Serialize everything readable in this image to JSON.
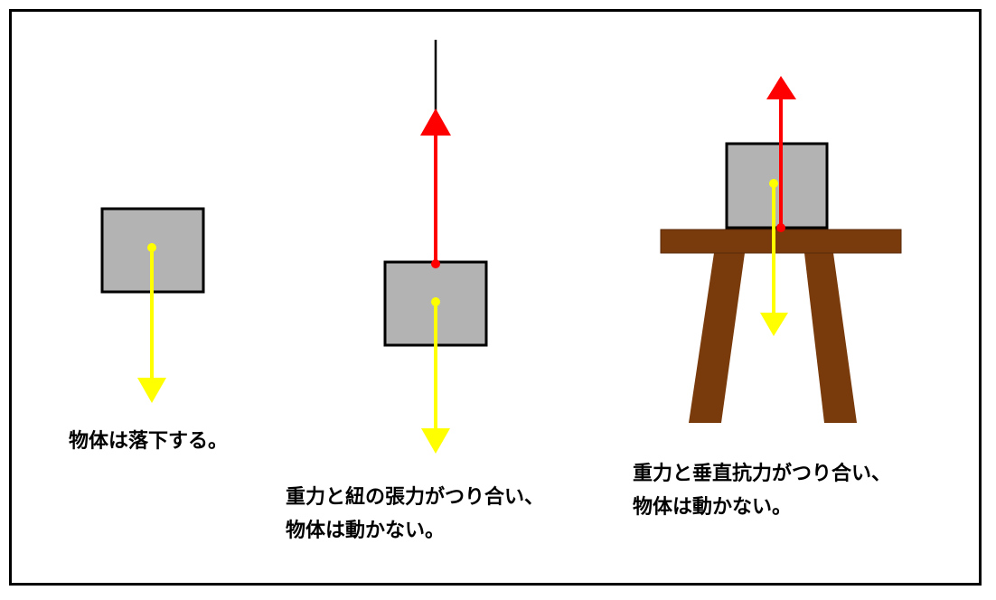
{
  "colors": {
    "box_fill": "#b3b3b3",
    "outline": "#000000",
    "gravity": "#ffff00",
    "tension": "#ff0000",
    "table": "#7a3b0c"
  },
  "panels": [
    {
      "id": "falling",
      "caption_lines": [
        "物体は落下する。"
      ]
    },
    {
      "id": "hanging",
      "caption_lines": [
        "重力と紐の張力がつり合い、",
        "物体は動かない。"
      ]
    },
    {
      "id": "on-table",
      "caption_lines": [
        "重力と垂直抗力がつり合い、",
        "物体は動かない。"
      ]
    }
  ]
}
